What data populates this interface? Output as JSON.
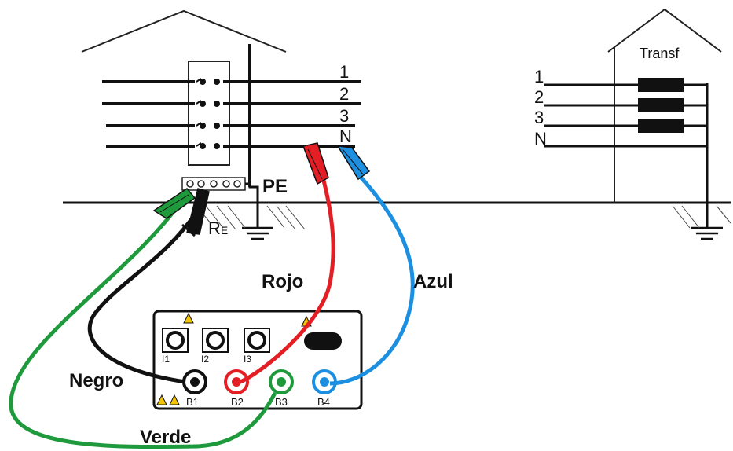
{
  "phase_labels": [
    "1",
    "2",
    "3",
    "N"
  ],
  "transformer": {
    "title": "Transf",
    "phase_labels": [
      "1",
      "2",
      "3",
      "N"
    ]
  },
  "pe_label": "PE",
  "earth_resistance_label": {
    "main": "R",
    "sub": "E"
  },
  "lead_labels": {
    "red": "Rojo",
    "blue": "Azul",
    "black": "Negro",
    "green": "Verde"
  },
  "instrument": {
    "top_terminals": [
      "I1",
      "I2",
      "I3"
    ],
    "bottom_terminals": [
      "B1",
      "B2",
      "B3",
      "B4"
    ]
  },
  "colors": {
    "red": "#e31e24",
    "blue": "#1d8fe0",
    "green": "#1e9a3c",
    "black": "#111111",
    "warning": "#f5c400"
  }
}
